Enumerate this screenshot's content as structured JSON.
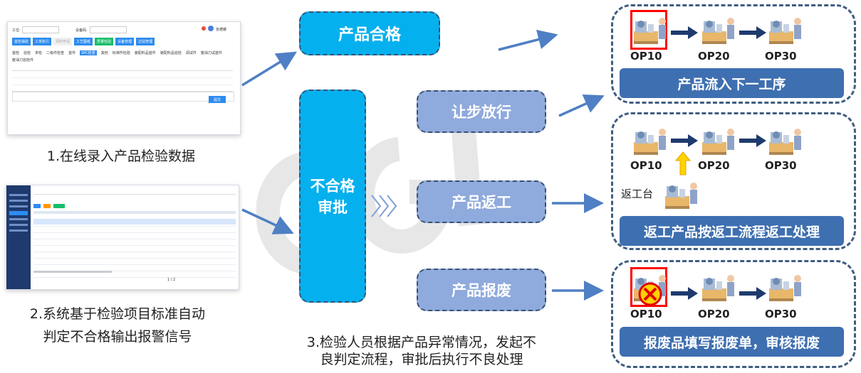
{
  "step1_caption": "1.在线录入产品检验数据",
  "step2_caption_line1": "2.系统基于检验项目标准自动",
  "step2_caption_line2": "判定不合格输出报警信号",
  "step3_caption_line1": "3.检验人员根据产品异常情况，发起不",
  "step3_caption_line2": "良判定流程，审批后执行不良处理",
  "pass_label": "产品合格",
  "reject_label_line1": "不合格",
  "reject_label_line2": "审批",
  "option_concession": "让步放行",
  "option_rework": "产品返工",
  "option_scrap": "产品报废",
  "result1_text": "产品流入下一工序",
  "result2_text": "返工产品按返工流程返工处理",
  "result3_text": "报废品填写报废单，审核报废",
  "rework_station": "返工台",
  "ops": [
    "OP10",
    "OP20",
    "OP30"
  ],
  "colors": {
    "cyan": "#05b0ee",
    "grey_blue": "#8faadc",
    "bar_blue": "#3e6fb0",
    "alert_red": "#ff0000"
  },
  "shot1": {
    "label_station": "工位:",
    "label_device": "设备码:",
    "user": "张德娜",
    "tabs": [
      "首检抽验",
      "工单执行",
      "领料申请",
      "工艺图纸",
      "质量检验",
      "设备管理",
      "过站管理"
    ],
    "subtabs": [
      "首检",
      "巡检",
      "末检",
      "二级件检查",
      "首件",
      "SPC检查",
      "其他",
      "标准件检验",
      "装配料品首件",
      "装配料品巡检",
      "调试件",
      "废油刀试首件",
      "废油刀巡检件"
    ],
    "submit": "提交"
  },
  "shot2": {
    "pager": "1 / 2"
  }
}
